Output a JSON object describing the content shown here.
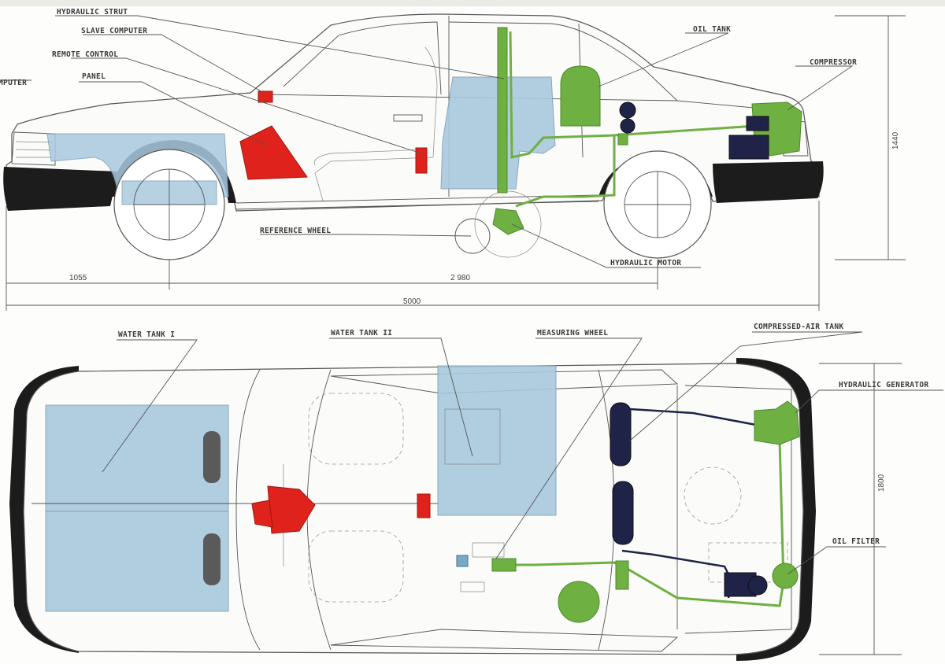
{
  "labels": {
    "hydraulic_strut": "HYDRAULIC STRUT",
    "slave_computer": "SLAVE COMPUTER",
    "remote_control_panel_line1": "REMOTE CONTROL",
    "remote_control_panel_line2": "PANEL",
    "computer": "COMPUTER",
    "oil_tank": "OIL TANK",
    "compressor": "COMPRESSOR",
    "reference_wheel": "REFERENCE WHEEL",
    "hydraulic_motor": "HYDRAULIC MOTOR",
    "water_tank_1": "WATER TANK I",
    "water_tank_2": "WATER TANK II",
    "measuring_wheel": "MEASURING WHEEL",
    "compressed_air_tank": "COMPRESSED-AIR TANK",
    "hydraulic_generator": "HYDRAULIC GENERATOR",
    "oil_filter": "OIL FILTER"
  },
  "dimensions": {
    "front_overhang": "1055",
    "wheelbase": "2 980",
    "length": "5000",
    "height": "1440",
    "width": "1800"
  },
  "colors": {
    "water_tank": "#a9c9de",
    "hydraulic": "#6fb043",
    "computer": "#e0221c",
    "air_system": "#1e2347"
  }
}
